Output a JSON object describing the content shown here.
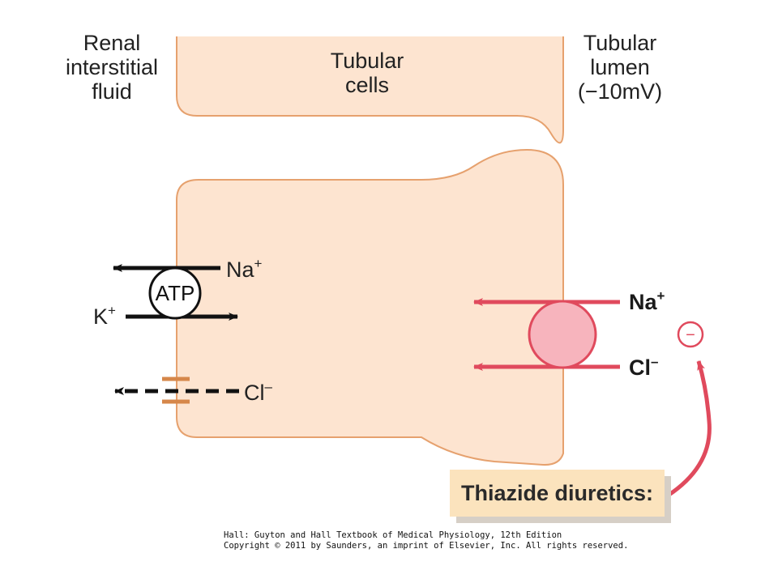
{
  "labels": {
    "interstitial": [
      "Renal",
      "interstitial",
      "fluid"
    ],
    "cells": [
      "Tubular",
      "cells"
    ],
    "lumen": [
      "Tubular",
      "lumen",
      "(−10mV)"
    ]
  },
  "basolateral": {
    "pump_label": "ATP",
    "na_label": "Na",
    "na_charge": "+",
    "k_label": "K",
    "k_charge": "+",
    "cl_label": "Cl",
    "cl_charge": "–"
  },
  "apical": {
    "na_label": "Na",
    "na_charge": "+",
    "cl_label": "Cl",
    "cl_charge": "–",
    "inhibit_symbol": "−"
  },
  "drug_label": "Thiazide diuretics:",
  "credit": {
    "line1": "Hall: Guyton and Hall Textbook of Medical Physiology, 12th Edition",
    "line2": "Copyright © 2011 by Saunders, an imprint of Elsevier, Inc. All rights reserved."
  },
  "colors": {
    "cell_fill": "#fde4d0",
    "cell_stroke": "#e6a16e",
    "transport_red": "#e04a5d",
    "cotransporter_fill": "#f7b4bd",
    "channel_orange": "#d6874a",
    "drug_box": "#fbe3bd"
  }
}
